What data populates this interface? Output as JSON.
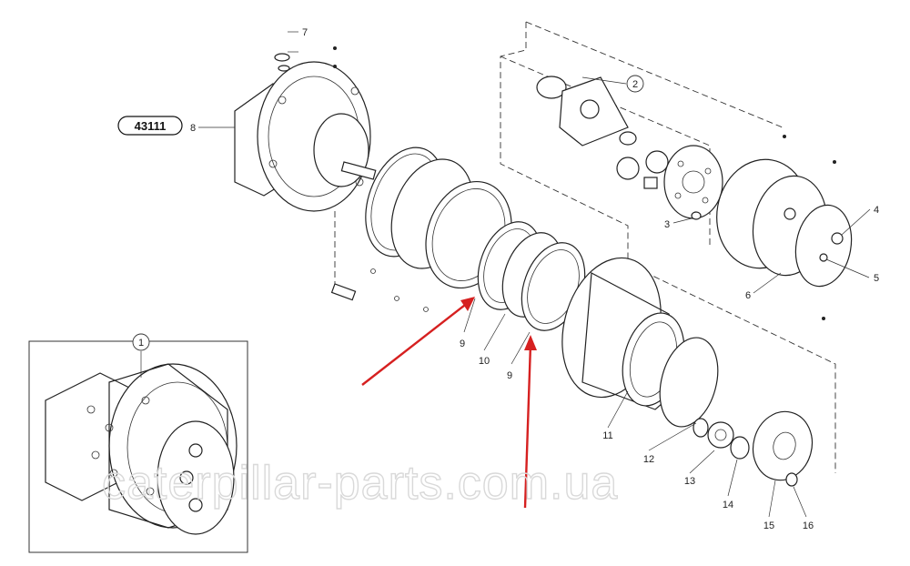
{
  "diagram": {
    "part_labels": {
      "p1": "1",
      "p2": "2",
      "p3": "3",
      "p4": "4",
      "p5": "5",
      "p6": "6",
      "p7": "7",
      "p8": "8",
      "p9a": "9",
      "p9b": "9",
      "p10": "10",
      "p11": "11",
      "p12": "12",
      "p13": "13",
      "p14": "14",
      "p15": "15",
      "p16": "16"
    },
    "assembly_ref": "43111",
    "watermark": "caterpillar-parts.com.ua",
    "colors": {
      "arrow": "#d62020",
      "line": "#222222"
    }
  }
}
